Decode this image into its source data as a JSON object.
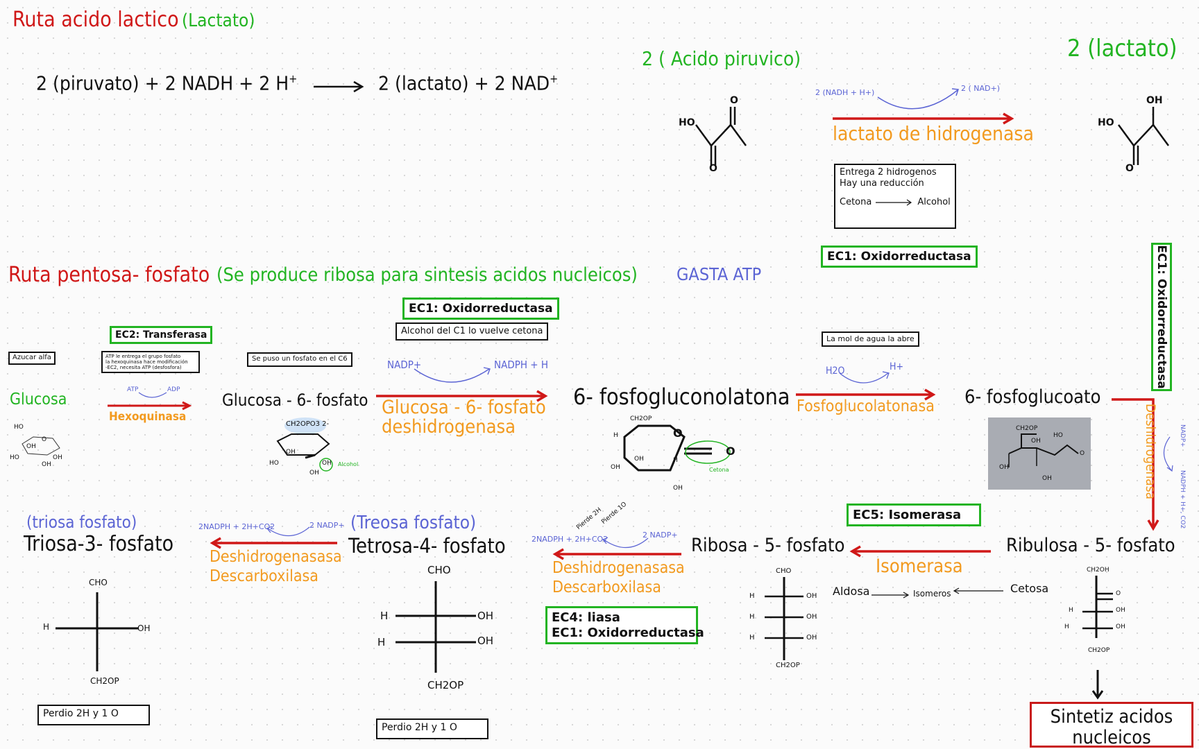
{
  "section1": {
    "title": "Ruta acido lactico",
    "subtitle": "(Lactato)",
    "equation": {
      "left": "2 (piruvato)  +   2 NADH   + 2 H",
      "sup_h": "+",
      "right": "2 (lactato)  +  2 NAD",
      "sup_nad": "+"
    },
    "pyruvic_label": "2 ( Acido piruvico)",
    "lactate_label": "2 (lactato)",
    "cofactor_left": "2 (NADH + H+)",
    "cofactor_right": "2 ( NAD+)",
    "enzyme": "lactato de hidrogenasa",
    "note": [
      "Entrega 2 hidrogenos",
      "Hay una reducción"
    ],
    "note_left": "Cetona",
    "note_right": "Alcohol",
    "ec_box": "EC1: Oxidorreductasa",
    "mol_labels": {
      "ho": "HO",
      "o": "O",
      "oh": "OH"
    }
  },
  "section2": {
    "title": "Ruta pentosa- fosfato",
    "subtitle": "(Se produce ribosa para sintesis acidos nucleicos)",
    "atp": "GASTA ATP",
    "box_azucar": "Azucar alfa",
    "ec2_box": "EC2: Transferasa",
    "box_atp": [
      "ATP le entrega el grupo fosfato",
      "la hexoquinasa hace modificación",
      "-EC2, necesita ATP (desfosfora)"
    ],
    "box_fosfato": "Se puso un fosfato en el C6",
    "ec1_box_top": "EC1: Oxidorreductasa",
    "box_alcohol": "Alcohol del C1 lo vuelve cetona",
    "box_agua": "La mol de agua la abre",
    "glucosa": "Glucosa",
    "atp_small": "ATP",
    "adp_small": "ADP",
    "hexoquinasa": "Hexoquinasa",
    "g6p": "Glucosa - 6- fosfato",
    "nadp_plus": "NADP+",
    "nadph_h": "NADPH + H",
    "g6pd": [
      "Glucosa - 6- fosfato",
      "deshidrogenasa"
    ],
    "fgl": "6- fosfogluconolatona",
    "h2o": "H2O",
    "hplus": "H+",
    "fglase": "Fosfoglucolatonasa",
    "fg": "6- fosfoglucoato",
    "ec1_vertical": "EC1: Oxidorreductasa",
    "deshidrogenasa_v": "Deshidrogenasa",
    "nadp_v": "NADP+",
    "nadph_v": "NADPH + H+, CO2",
    "ec5_box": "EC5: Isomerasa",
    "ribulosa": "Ribulosa - 5- fosfato",
    "isomerasa": "Isomerasa",
    "aldosa": "Aldosa",
    "isomeros": "Isomeros",
    "cetosa": "Cetosa",
    "ribosa": "Ribosa - 5- fosfato",
    "pierde": [
      "Pierde 2H",
      "Pierde 1O"
    ],
    "nadph_r": "2NADPH + 2H+CO2",
    "nadp_r": "2 NADP+",
    "deshidro_r": [
      "Deshidrogenasasa",
      "Descarboxilasa"
    ],
    "ec4_box": [
      "EC4: liasa",
      "EC1: Oxidorreductasa"
    ],
    "treosa": "(Treosa fosfato)",
    "tetrosa": "Tetrosa-4- fosfato",
    "nadph_t": "2NADPH + 2H+CO2",
    "nadp_t": "2 NADP+",
    "deshidro_t": [
      "Deshidrogenasasa",
      "Descarboxilasa"
    ],
    "triosa_paren": "(triosa fosfato)",
    "triosa": "Triosa-3- fosfato",
    "perdio1": "Perdio 2H  y  1 O",
    "perdio2": "Perdio 2H  y  1 O",
    "sintesis": [
      "Sintetiz acidos",
      "nucleicos"
    ],
    "alcohol_small": "Alcohol",
    "cetona_small": "Cetona",
    "fischer": {
      "cho": "CHO",
      "h": "H",
      "oh": "OH",
      "ch2op": "CH2OP",
      "ch2oh": "CH2OH",
      "o": "O"
    },
    "ring": {
      "ch2opo3": "CH2OPO3 2-",
      "ch2op": "CH2OP",
      "h": "H",
      "oh": "OH",
      "ho": "HO",
      "o": "O"
    }
  },
  "colors": {
    "red": "#d01818",
    "green": "#22b422",
    "blue": "#5b64d4",
    "orange": "#f29a1f"
  }
}
